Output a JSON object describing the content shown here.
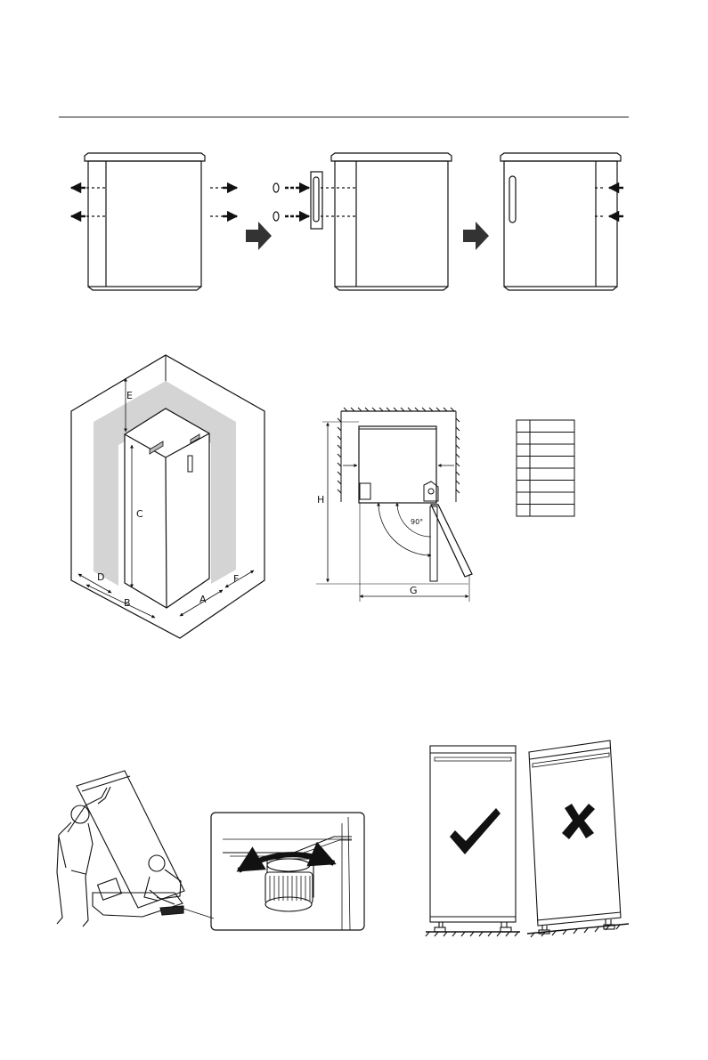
{
  "header_rule": true,
  "dimension_labels": {
    "A": "A",
    "B": "B",
    "C": "C",
    "D": "D",
    "E": "E",
    "F": "F",
    "G": "G",
    "H": "H"
  },
  "door_angle": "90°",
  "dimension_table": {
    "rows": 8,
    "cols": 2
  },
  "level_correct_icon": "check-mark-icon",
  "level_wrong_icon": "cross-mark-icon"
}
